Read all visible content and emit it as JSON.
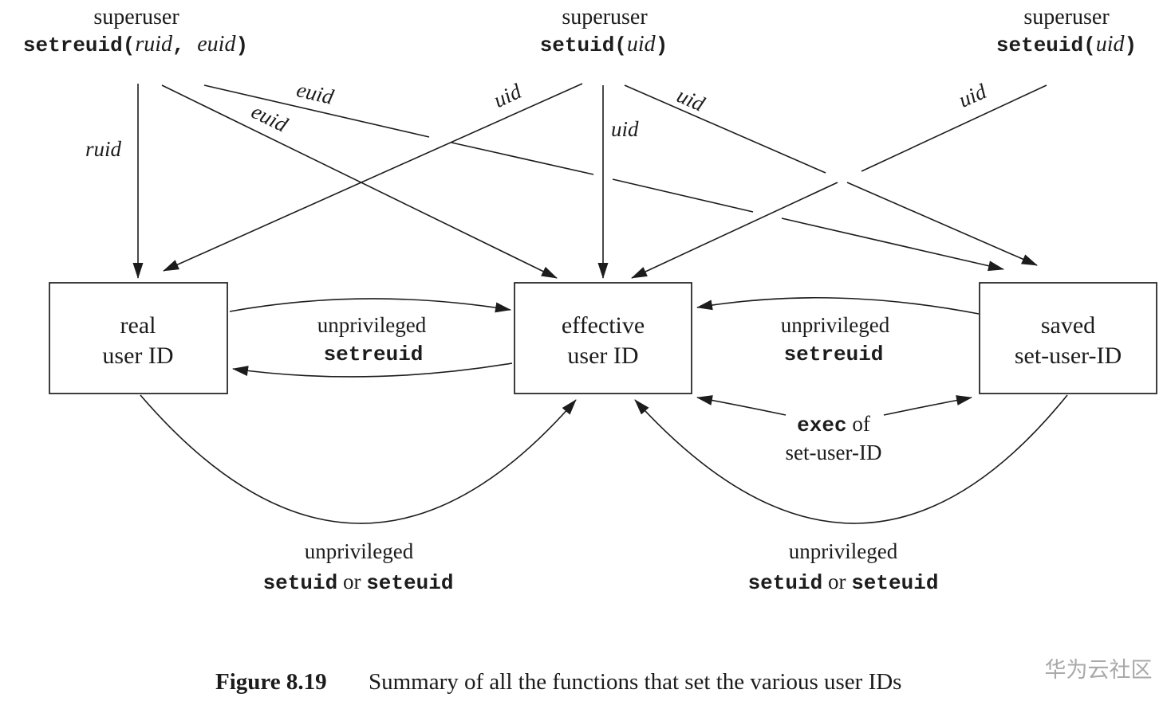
{
  "figure": {
    "colors": {
      "ink": "#1c1c1c",
      "background": "#ffffff",
      "watermark": "#a9a9a9"
    },
    "t": {
      "superuser": "superuser",
      "fn1": [
        "setreuid(",
        "ruid",
        ", ",
        "euid",
        ")"
      ],
      "fn2": [
        "setuid(",
        "uid",
        ")"
      ],
      "fn3": [
        "seteuid(",
        "uid",
        ")"
      ],
      "ruid": "ruid",
      "euid": "euid",
      "uid": "uid",
      "unprivileged": "unprivileged",
      "setreuid": "setreuid",
      "exec": "exec",
      "of": " of",
      "set_user_id": "set-user-ID",
      "setuid": "setuid",
      "or": " or ",
      "seteuid": "seteuid",
      "box_real": [
        "real",
        "user ID"
      ],
      "box_effective": [
        "effective",
        "user ID"
      ],
      "box_saved": [
        "saved",
        "set-user-ID"
      ],
      "caption_label": "Figure 8.19",
      "caption_text": "Summary of all the functions that set the various user IDs",
      "watermark": "华为云社区"
    }
  }
}
